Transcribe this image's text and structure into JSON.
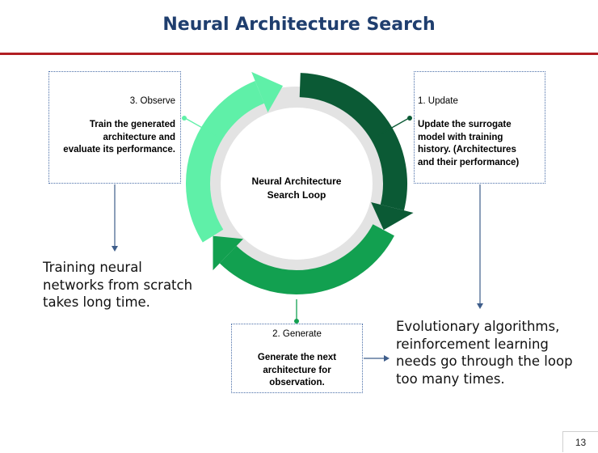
{
  "title": "Neural Architecture Search",
  "loop": {
    "label_line1": "Neural Architecture",
    "label_line2": "Search Loop"
  },
  "steps": {
    "observe": {
      "head": "3. Observe",
      "body": [
        "Train the generated",
        "architecture and",
        "evaluate its performance."
      ]
    },
    "update": {
      "head": "1. Update",
      "body": [
        "Update the surrogate",
        "model with training",
        "history. (Architectures",
        "and their performance)"
      ]
    },
    "generate": {
      "head": "2. Generate",
      "body": [
        "Generate the next",
        "architecture for",
        "observation."
      ]
    }
  },
  "notes": {
    "left": [
      "Training neural",
      "networks from scratch",
      "takes long time."
    ],
    "right": [
      "Evolutionary algorithms,",
      "reinforcement learning",
      "needs go through the loop",
      "too many times."
    ]
  },
  "page_number": "13",
  "colors": {
    "title": "#1f3e6e",
    "rule": "#b11e23",
    "arc_light": "#5ff0a8",
    "arc_mid": "#12a050",
    "arc_dark": "#0b5a35",
    "connector": "#3e5d8a"
  }
}
